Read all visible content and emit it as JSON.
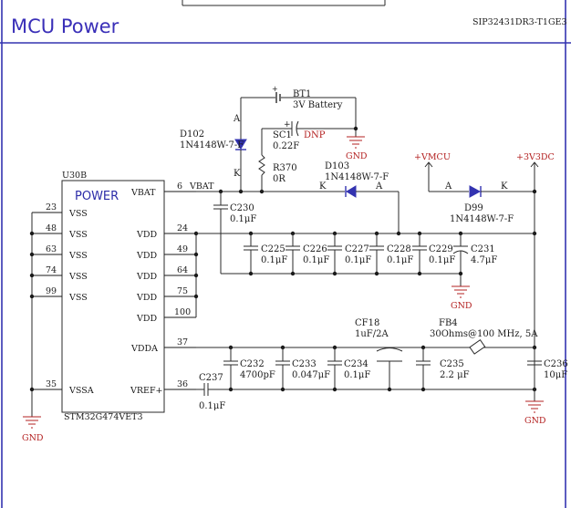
{
  "header": {
    "title": "MCU Power",
    "part_number": "SIP32431DR3-T1GE3"
  },
  "mcu": {
    "designator": "U30B",
    "unit_name": "POWER",
    "part": "STM32G474VET3",
    "pins": [
      {
        "num": "23",
        "name": "VSS"
      },
      {
        "num": "48",
        "name": "VSS"
      },
      {
        "num": "63",
        "name": "VSS"
      },
      {
        "num": "74",
        "name": "VSS"
      },
      {
        "num": "99",
        "name": "VSS"
      },
      {
        "num": "35",
        "name": "VSSA"
      },
      {
        "num": "6",
        "name": "VBAT"
      },
      {
        "num": "24",
        "name": "VDD"
      },
      {
        "num": "49",
        "name": "VDD"
      },
      {
        "num": "64",
        "name": "VDD"
      },
      {
        "num": "75",
        "name": "VDD"
      },
      {
        "num": "100",
        "name": "VDD"
      },
      {
        "num": "37",
        "name": "VDDA"
      },
      {
        "num": "36",
        "name": "VREF+"
      }
    ]
  },
  "nets": {
    "vbat": "VBAT",
    "vmcu": "+VMCU",
    "v3v3dc": "+3V3DC",
    "gnd": "GND"
  },
  "components": {
    "bt1": {
      "ref": "BT1",
      "value": "3V Battery"
    },
    "sc1": {
      "ref": "SC1",
      "value": "0.22F",
      "note": "DNP"
    },
    "d102": {
      "ref": "D102",
      "value": "1N4148W-7-F"
    },
    "d103": {
      "ref": "D103",
      "value": "1N4148W-7-F"
    },
    "d99": {
      "ref": "D99",
      "value": "1N4148W-7-F"
    },
    "r370": {
      "ref": "R370",
      "value": "0R"
    },
    "c230": {
      "ref": "C230",
      "value": "0.1μF"
    },
    "c225": {
      "ref": "C225",
      "value": "0.1μF"
    },
    "c226": {
      "ref": "C226",
      "value": "0.1μF"
    },
    "c227": {
      "ref": "C227",
      "value": "0.1μF"
    },
    "c228": {
      "ref": "C228",
      "value": "0.1μF"
    },
    "c229": {
      "ref": "C229",
      "value": "0.1μF"
    },
    "c231": {
      "ref": "C231",
      "value": "4.7μF"
    },
    "c232": {
      "ref": "C232",
      "value": "4700pF"
    },
    "c233": {
      "ref": "C233",
      "value": "0.047μF"
    },
    "c234": {
      "ref": "C234",
      "value": "0.1μF"
    },
    "c235": {
      "ref": "C235",
      "value": "2.2 μF"
    },
    "c236": {
      "ref": "C236",
      "value": "10μF"
    },
    "c237": {
      "ref": "C237",
      "value": "0.1μF"
    },
    "cf18": {
      "ref": "CF18",
      "value": "1uF/2A"
    },
    "fb4": {
      "ref": "FB4",
      "value": "30Ohms@100 MHz, 5A"
    }
  },
  "labels": {
    "anode": "A",
    "cathode": "K"
  },
  "colors": {
    "frame": "#3a2fb8",
    "title": "#3a2fb8",
    "ground": "#b32020",
    "wire": "#2a2a2a"
  }
}
